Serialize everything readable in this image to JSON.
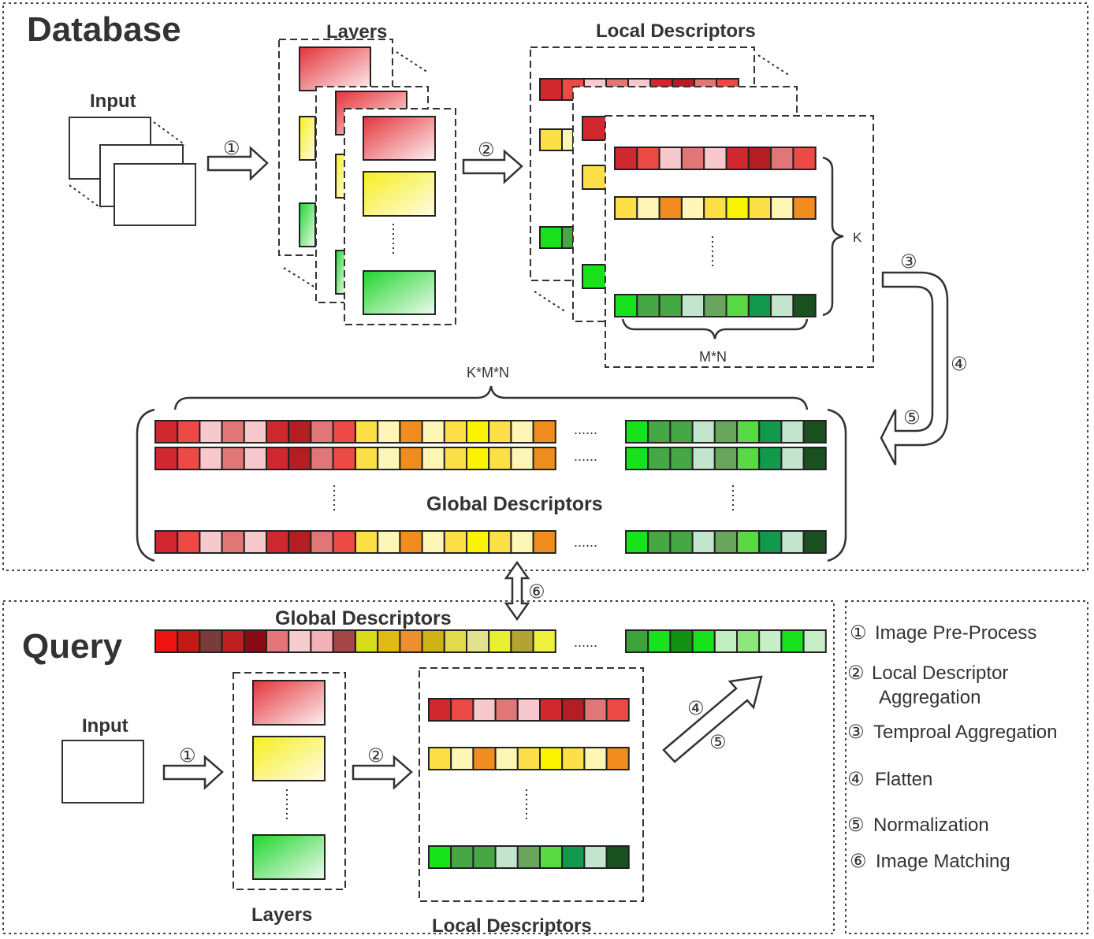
{
  "database": {
    "title": "Database",
    "input_label": "Input",
    "layers_label": "Layers",
    "local_descriptors_label": "Local Descriptors",
    "k_label": "K",
    "mn_label": "M*N",
    "kmn_label": "K*M*N",
    "global_descriptors_label": "Global Descriptors",
    "step1": "①",
    "step2": "②",
    "step3": "③",
    "step4": "④",
    "step5": "⑤",
    "ellipsis": "......"
  },
  "match": {
    "step6": "⑥"
  },
  "query": {
    "title": "Query",
    "input_label": "Input",
    "layers_label": "Layers",
    "local_descriptors_label": "Local Descriptors",
    "global_descriptors_label": "Global Descriptors",
    "step1": "①",
    "step2": "②",
    "step4": "④",
    "step5": "⑤",
    "ellipsis": "......"
  },
  "legend": {
    "items": [
      {
        "num": "①",
        "text": "Image Pre-Process"
      },
      {
        "num": "②",
        "text": "Local Descriptor",
        "text2": "Aggregation"
      },
      {
        "num": "③",
        "text": "Temproal Aggregation"
      },
      {
        "num": "④",
        "text": "Flatten"
      },
      {
        "num": "⑤",
        "text": "Normalization"
      },
      {
        "num": "⑥",
        "text": "Image Matching"
      }
    ]
  },
  "colors": {
    "red_row": [
      "#d0282e",
      "#ee4a45",
      "#f7c8cc",
      "#e07676",
      "#f7c8cc",
      "#d0282e",
      "#b41e22",
      "#e07676",
      "#ee4a45"
    ],
    "yellow_row": [
      "#fddf47",
      "#fdf6b5",
      "#f18c1f",
      "#fdf6b5",
      "#fddf47",
      "#fbf400",
      "#fddf47",
      "#fdf6b5",
      "#f18c1f"
    ],
    "green_row": [
      "#18e21b",
      "#46a845",
      "#46a845",
      "#c4e5cd",
      "#6aa55e",
      "#59d944",
      "#129a4c",
      "#c4e5cd",
      "#1a4f1f"
    ],
    "query_global_red": [
      "#ec1313",
      "#c41812",
      "#7b3a3c",
      "#be2021",
      "#8a0a16",
      "#e57578",
      "#f5cdce",
      "#f4b1b7",
      "#a64446"
    ],
    "query_global_yellow": [
      "#d7de1c",
      "#e1ba12",
      "#ed8f2c",
      "#cdb313",
      "#e3d94c",
      "#e0e38b",
      "#eaf032",
      "#b3a333",
      "#edf13e"
    ],
    "query_global_green": [
      "#3ba33a",
      "#18e21b",
      "#129213",
      "#18e21b",
      "#c1edc1",
      "#8de77b",
      "#c7eec7",
      "#18e21b",
      "#c7eec7"
    ],
    "gradient_red": "#e4343a",
    "gradient_yellow": "#f6ef1c",
    "gradient_green": "#20d62d"
  }
}
